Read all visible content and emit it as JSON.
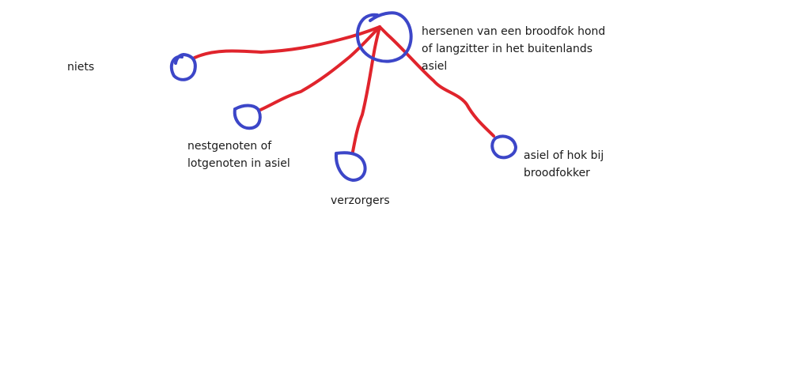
{
  "colors": {
    "background": "#ffffff",
    "circle": "#3c46c8",
    "connector": "#e0242c",
    "text": "#1a1a1a"
  },
  "nodes": {
    "center": {
      "label": "hersenen van een broodfok hond\nof langzitter in het buitenlands\nasiel"
    },
    "niets": {
      "label": "niets"
    },
    "nestgenoten": {
      "label": "nestgenoten of\nlotgenoten in asiel"
    },
    "verzorgers": {
      "label": "verzorgers"
    },
    "asiel_hok": {
      "label": "asiel of hok bij\nbroodfokker"
    }
  }
}
